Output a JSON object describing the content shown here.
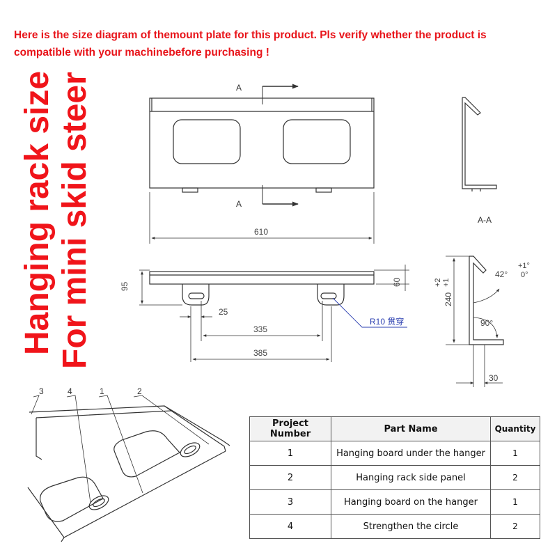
{
  "notice": "Here is the size diagram of themount plate for this product. Pls verify whether the product is compatible with your machinebefore purchasing !",
  "titles": {
    "line1": "Hanging rack size",
    "line2": "For mini skid steer"
  },
  "section_labels": {
    "top_a": "A",
    "bottom_a": "A",
    "section": "A-A"
  },
  "dimensions": {
    "width_total": "610",
    "height_left": "95",
    "height_right": "60",
    "tab_offset": "25",
    "slot_spacing": "335",
    "tab_spacing": "385",
    "radius_note": "R10 贯穿",
    "side_height": "240",
    "side_tol_upper": "+2",
    "side_tol_lower": "+1",
    "angle": "42°",
    "angle_tol_upper": "+1°",
    "angle_tol_lower": "0°",
    "right_angle": "90°",
    "foot_width": "30"
  },
  "callouts": [
    "3",
    "4",
    "1",
    "2"
  ],
  "colors": {
    "title_red": "#f0141a",
    "dimension_line": "#2a3a9a",
    "radius_note": "#2b3fb0"
  },
  "table": {
    "headers": [
      "Project Number",
      "Part Name",
      "Quantity"
    ],
    "rows": [
      {
        "num": "1",
        "name": "Hanging board under the hanger",
        "qty": "1"
      },
      {
        "num": "2",
        "name": "Hanging rack side panel",
        "qty": "2"
      },
      {
        "num": "3",
        "name": "Hanging board on the hanger",
        "qty": "1"
      },
      {
        "num": "4",
        "name": "Strengthen the circle",
        "qty": "2"
      }
    ]
  }
}
